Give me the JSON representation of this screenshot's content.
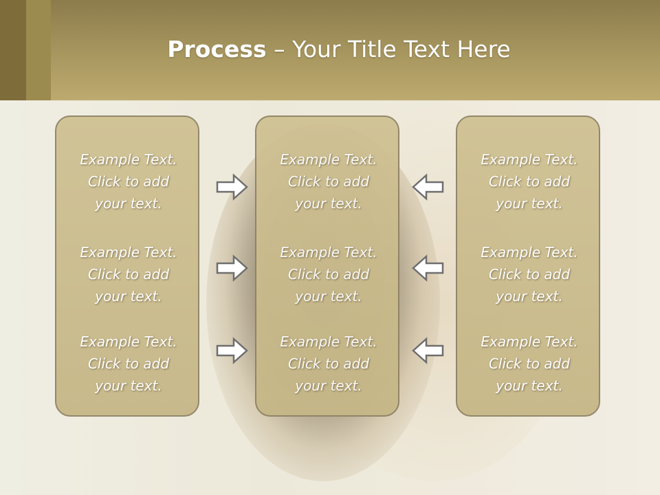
{
  "title": {
    "bold": "Process",
    "rest": " – Your Title Text Here"
  },
  "panels": [
    {
      "items": [
        {
          "lines": [
            "Example Text.",
            "Click  to add",
            "your text."
          ]
        },
        {
          "lines": [
            "Example Text.",
            "Click  to add",
            "your text."
          ]
        },
        {
          "lines": [
            "Example Text.",
            "Click  to add",
            "your text."
          ]
        }
      ]
    },
    {
      "items": [
        {
          "lines": [
            "Example Text.",
            "Click  to add",
            "your text."
          ]
        },
        {
          "lines": [
            "Example Text.",
            "Click  to add",
            "your text."
          ]
        },
        {
          "lines": [
            "Example Text.",
            "Click  to add",
            "your text."
          ]
        }
      ]
    },
    {
      "items": [
        {
          "lines": [
            "Example Text.",
            "Click  to add",
            "your text."
          ]
        },
        {
          "lines": [
            "Example Text.",
            "Click  to add",
            "your text."
          ]
        },
        {
          "lines": [
            "Example Text.",
            "Click  to add",
            "your text."
          ]
        }
      ]
    }
  ],
  "arrows": {
    "left_group": "arrow-right-icon",
    "right_group": "arrow-left-icon"
  },
  "colors": {
    "header": "#a8975f",
    "panel": "#cbbd8e",
    "panel_border": "#8e8264",
    "text": "#ffffff"
  }
}
